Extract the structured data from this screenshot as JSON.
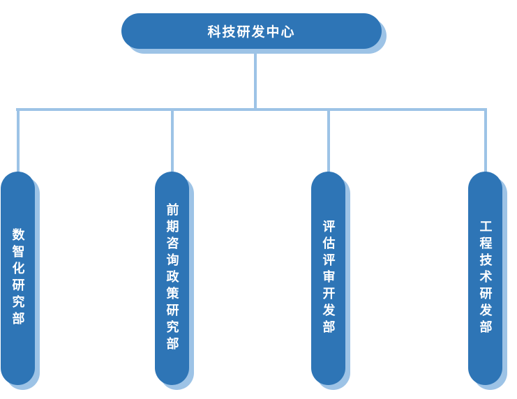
{
  "chart": {
    "type": "org-chart",
    "root": {
      "label": "科技研发中心"
    },
    "departments": [
      {
        "label": "数智化研究部"
      },
      {
        "label": "前期咨询政策研究部"
      },
      {
        "label": "评估评审开发部"
      },
      {
        "label": "工程技术研发部"
      }
    ],
    "colors": {
      "node_fill": "#2E75B6",
      "node_shadow": "#9DC3E6",
      "connector": "#9DC3E6",
      "node_text": "#FFFFFF",
      "background": "#FFFFFF"
    }
  }
}
